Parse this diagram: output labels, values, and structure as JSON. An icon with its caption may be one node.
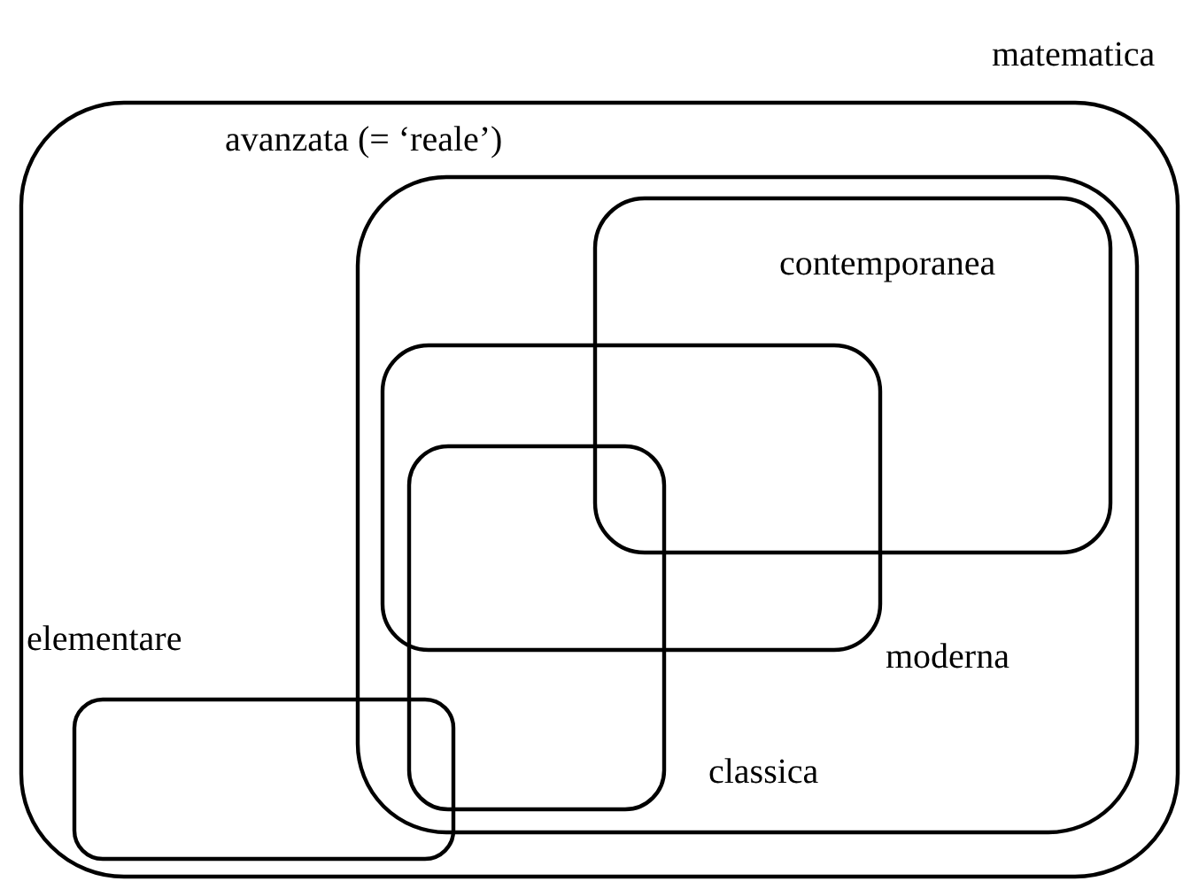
{
  "diagram": {
    "nodes": [
      {
        "text": [
          "matematica"
        ]
      },
      {
        "text": [
          "avanzata (= ‘reale’)"
        ],
        "in": 0
      },
      {
        "text": [
          "contemporanea"
        ],
        "in": 1
      },
      {
        "text": [
          "moderna"
        ],
        "in": 1
      },
      {
        "text": [
          "classica"
        ],
        "in": 1
      },
      {
        "text": [
          "elementare"
        ],
        "in": 0
      }
    ]
  }
}
